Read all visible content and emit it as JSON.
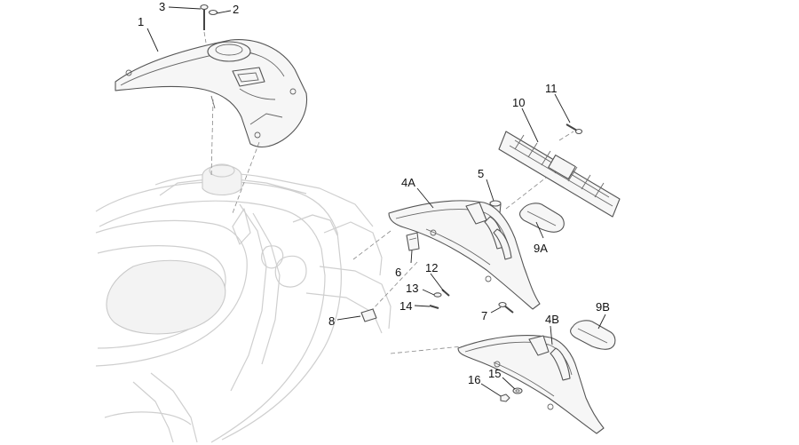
{
  "callouts": [
    {
      "id": "1",
      "text": "1"
    },
    {
      "id": "2",
      "text": "2"
    },
    {
      "id": "3",
      "text": "3"
    },
    {
      "id": "4A",
      "text": "4A"
    },
    {
      "id": "4B",
      "text": "4B"
    },
    {
      "id": "5",
      "text": "5"
    },
    {
      "id": "6",
      "text": "6"
    },
    {
      "id": "7",
      "text": "7"
    },
    {
      "id": "8",
      "text": "8"
    },
    {
      "id": "9A",
      "text": "9A"
    },
    {
      "id": "9B",
      "text": "9B"
    },
    {
      "id": "10",
      "text": "10"
    },
    {
      "id": "11",
      "text": "11"
    },
    {
      "id": "12",
      "text": "12"
    },
    {
      "id": "13",
      "text": "13"
    },
    {
      "id": "14",
      "text": "14"
    },
    {
      "id": "15",
      "text": "15"
    },
    {
      "id": "16",
      "text": "16"
    }
  ],
  "colors": {
    "background": "#ffffff",
    "line": "#555555",
    "ghost": "#cfcfcf"
  }
}
